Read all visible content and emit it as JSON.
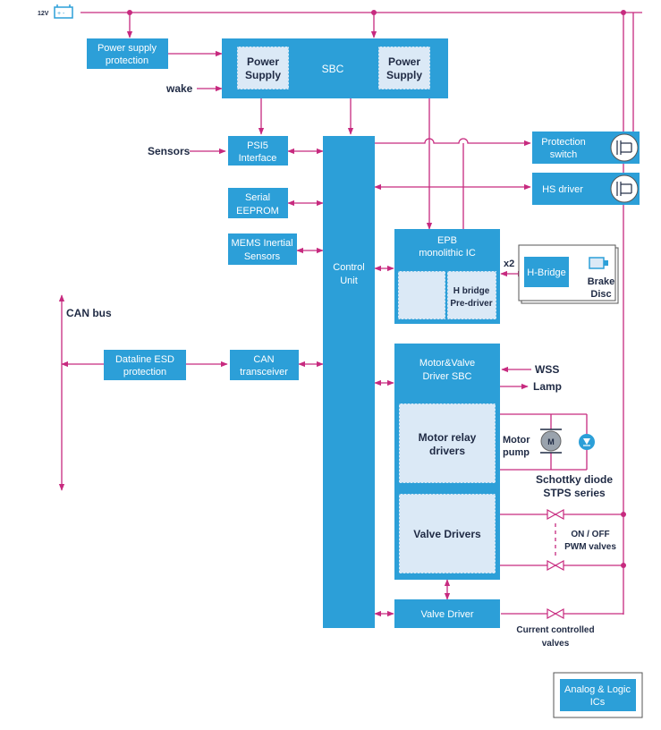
{
  "supply": {
    "label": "12V"
  },
  "blocks": {
    "power_supply_protection": [
      "Power supply",
      "protection"
    ],
    "sbc": "SBC",
    "power_supply_left": [
      "Power",
      "Supply"
    ],
    "power_supply_right": [
      "Power",
      "Supply"
    ],
    "psi5": [
      "PSI5",
      "Interface"
    ],
    "eeprom": [
      "Serial",
      "EEPROM"
    ],
    "mems": [
      "MEMS Inertial",
      "Sensors"
    ],
    "can_transceiver": [
      "CAN",
      "transceiver"
    ],
    "dataline_esd": [
      "Dataline ESD",
      "protection"
    ],
    "control_unit": [
      "Control",
      "Unit"
    ],
    "epb_ic": [
      "EPB",
      "monolithic IC"
    ],
    "h_bridge_predriver": [
      "H bridge",
      "Pre-driver"
    ],
    "h_bridge": "H-Bridge",
    "brake_disc": [
      "Brake",
      "Disc"
    ],
    "protection_switch": [
      "Protection",
      "switch"
    ],
    "hs_driver": "HS driver",
    "motor_valve_sbc": [
      "Motor&Valve",
      "Driver SBC"
    ],
    "motor_relay": [
      "Motor relay",
      "drivers"
    ],
    "valve_drivers": "Valve Drivers",
    "valve_driver": "Valve Driver",
    "legend": [
      "Analog & Logic",
      "ICs"
    ]
  },
  "labels": {
    "wake": "wake",
    "sensors": "Sensors",
    "can_bus": "CAN bus",
    "x2": "x2",
    "wss": "WSS",
    "lamp": "Lamp",
    "motor_pump": [
      "Motor",
      "pump"
    ],
    "motor_symbol": "M",
    "schottky": [
      "Schottky diode",
      "STPS series"
    ],
    "onoff_valves": [
      "ON / OFF",
      "PWM valves"
    ],
    "current_valves": [
      "Current controlled",
      "valves"
    ]
  },
  "colors": {
    "block": "#2c9fd8",
    "inner": "#dbe9f6",
    "wire": "#c72a7f",
    "text_dark": "#1f2a44"
  }
}
